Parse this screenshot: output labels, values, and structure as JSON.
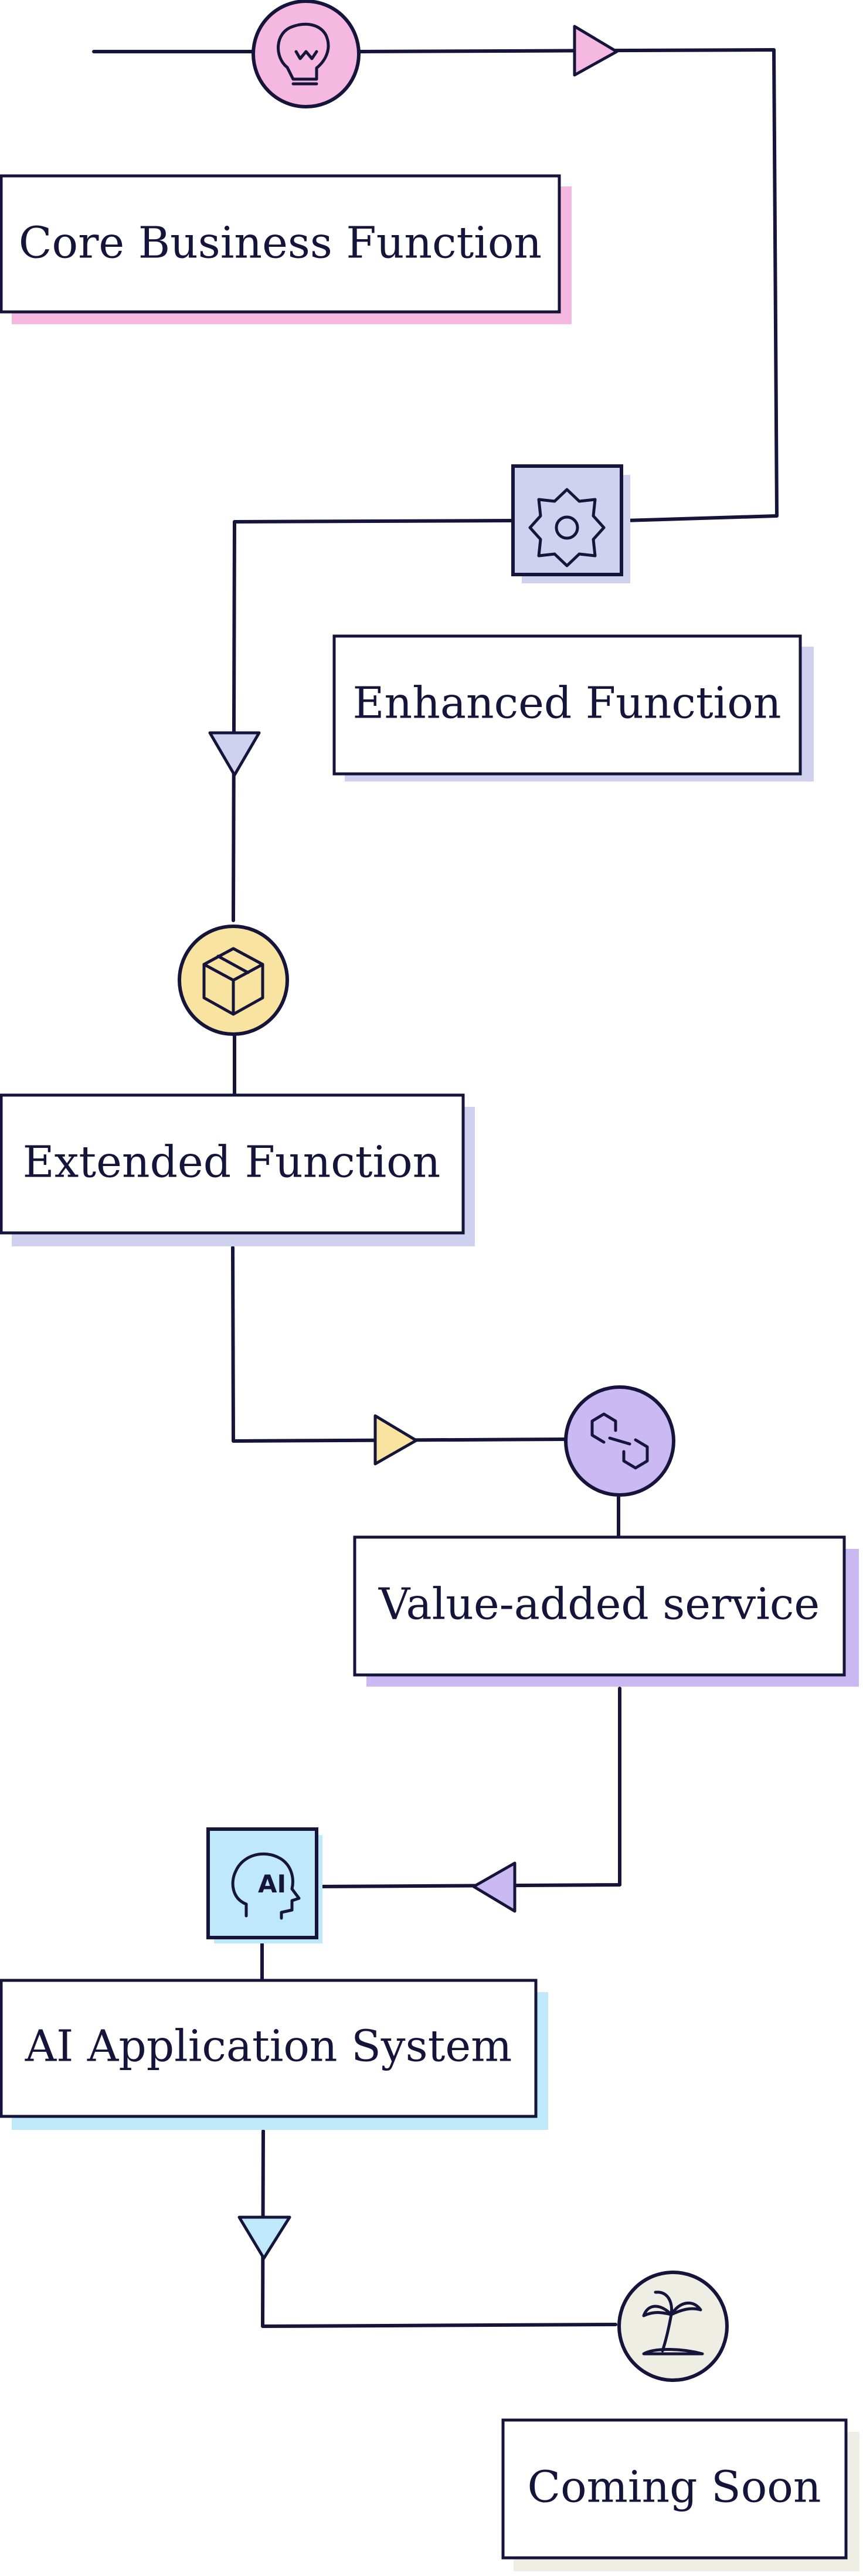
{
  "colors": {
    "ink": "#15143a",
    "pink": "#f5b8e0",
    "lavender": "#cfd1ef",
    "yellow": "#f9e3a0",
    "purple": "#cbb9f3",
    "cyan": "#bfe9fb",
    "cream": "#efeee4"
  },
  "steps": [
    {
      "label": "Core Business Function",
      "icon": "lightbulb-icon",
      "color": "#f5b8e0"
    },
    {
      "label": "Enhanced Function",
      "icon": "gear-icon",
      "color": "#cfd1ef"
    },
    {
      "label": "Extended Function",
      "icon": "box-icon",
      "color": "#f9e3a0"
    },
    {
      "label": "Value-added service",
      "icon": "chain-link-icon",
      "color": "#cbb9f3"
    },
    {
      "label": "AI Application System",
      "icon": "ai-head-icon",
      "color": "#bfe9fb"
    },
    {
      "label": "Coming Soon",
      "icon": "palm-tree-island-icon",
      "color": "#efeee4"
    }
  ]
}
